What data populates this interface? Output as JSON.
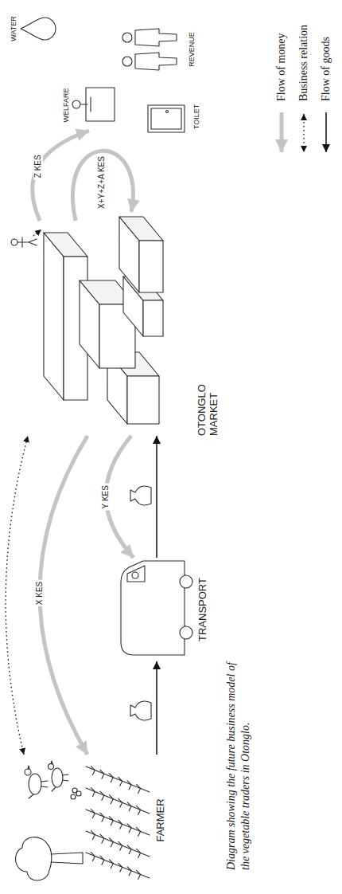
{
  "diagram": {
    "caption": "Diagram showing the future business model of the vegetable traders in Otonglo.",
    "nodes": [
      {
        "text": [
          "FARMER"
        ]
      },
      {
        "text": [
          "TRANSPORT"
        ]
      },
      {
        "text": [
          "OTONGLO MARKET"
        ]
      },
      {
        "text": [
          "TOILET"
        ]
      },
      {
        "text": [
          "WELFARE"
        ]
      },
      {
        "text": [
          "REVENUE"
        ]
      },
      {
        "text": [
          "WATER"
        ]
      }
    ],
    "edges": [
      {
        "from": 0,
        "to": 1,
        "arrow": "to"
      },
      {
        "from": 1,
        "to": 2,
        "arrow": "to"
      },
      {
        "from": 2,
        "to": 0,
        "label": "X KES",
        "arrow": "to"
      },
      {
        "from": 2,
        "to": 1,
        "label": "Y KES",
        "arrow": "to"
      },
      {
        "from": 2,
        "to": 4,
        "label": "Z KES",
        "arrow": "to"
      },
      {
        "from": 0,
        "to": 2,
        "arrow": "both"
      }
    ],
    "labels": [
      "X+Y+Z+A KES"
    ],
    "legend": [
      {
        "text": "Flow of money"
      },
      {
        "text": "Business relation"
      },
      {
        "text": "Flow of goods"
      }
    ]
  }
}
